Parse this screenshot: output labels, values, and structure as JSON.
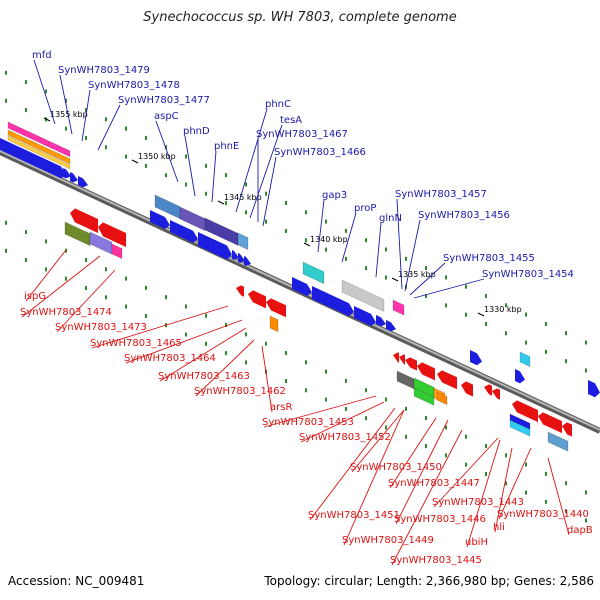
{
  "title": "Synechococcus sp. WH 7803, complete genome",
  "footer": {
    "accession": "Accession: NC_009481",
    "summary": "Topology: circular; Length: 2,366,980 bp; Genes: 2,586"
  },
  "colors": {
    "forward_label": "#1a1aa8",
    "reverse_label": "#dd1111",
    "backbone": "#808080",
    "tick": "#2d8a2d"
  },
  "kbp_ticks": [
    "1355 kbp",
    "1350 kbp",
    "1345 kbp",
    "1340 kbp",
    "1335 kbp",
    "1330 kbp"
  ],
  "forward_genes": [
    "mfd",
    "SynWH7803_1479",
    "SynWH7803_1478",
    "SynWH7803_1477",
    "aspC",
    "phnD",
    "phnE",
    "phnC",
    "tesA",
    "SynWH7803_1467",
    "SynWH7803_1466",
    "gap3",
    "proP",
    "glnN",
    "SynWH7803_1457",
    "SynWH7803_1456",
    "SynWH7803_1455",
    "SynWH7803_1454"
  ],
  "reverse_genes": [
    "ispG",
    "SynWH7803_1474",
    "SynWH7803_1473",
    "SynWH7803_1465",
    "SynWH7803_1464",
    "SynWH7803_1463",
    "SynWH7803_1462",
    "arsR",
    "SynWH7803_1453",
    "SynWH7803_1452",
    "SynWH7803_1450",
    "SynWH7803_1451",
    "SynWH7803_1447",
    "SynWH7803_1446",
    "SynWH7803_1449",
    "SynWH7803_1443",
    "SynWH7803_1445",
    "ubiH",
    "hli",
    "SynWH7803_1440",
    "dapB"
  ]
}
